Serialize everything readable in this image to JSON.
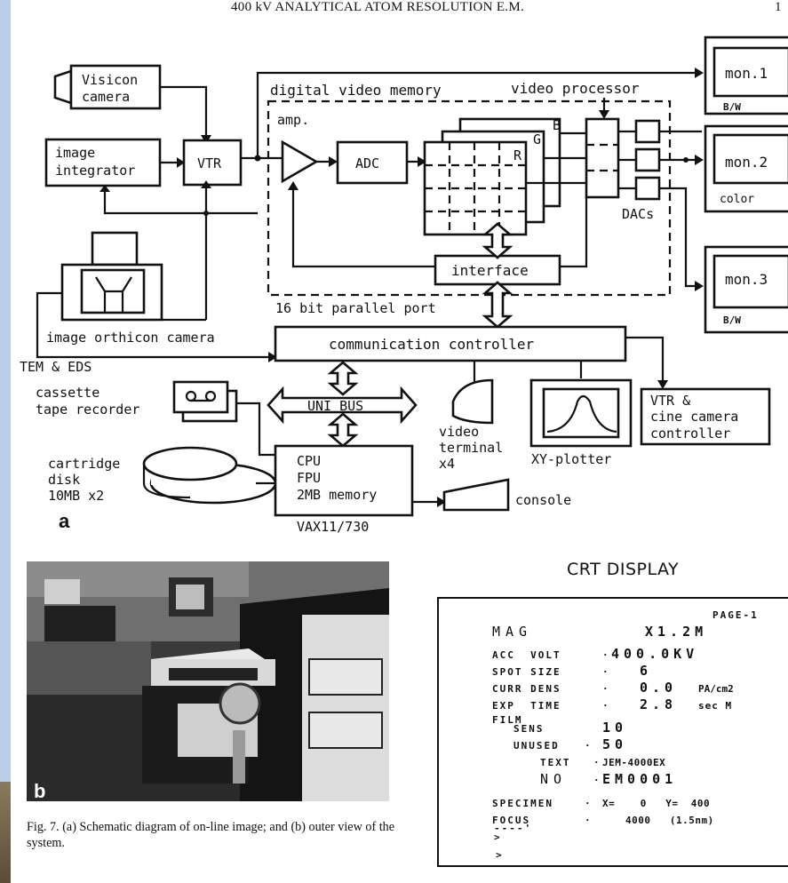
{
  "page": {
    "running_head": "400 kV ANALYTICAL ATOM RESOLUTION E.M.",
    "page_number": "1"
  },
  "figure": {
    "label_a": "a",
    "label_b": "b",
    "caption": "Fig. 7. (a) Schematic diagram of on-line image; and (b) outer view of the system."
  },
  "diagram": {
    "visicon_line1": "Visicon",
    "visicon_line2": "camera",
    "integrator_line1": "image",
    "integrator_line2": "integrator",
    "vtr": "VTR",
    "orthicon": "image orthicon camera",
    "tem_eds": "TEM & EDS",
    "dvm": "digital video memory",
    "video_processor": "video processor",
    "amp": "amp.",
    "adc": "ADC",
    "r": "R",
    "g": "G",
    "b": "B",
    "dacs": "DACs",
    "interface": "interface",
    "parallel_port": "16 bit parallel port",
    "mon1": "mon.1",
    "mon1_sub": "B/W",
    "mon2": "mon.2",
    "mon2_sub": "color",
    "mon3": "mon.3",
    "mon3_sub": "B/W",
    "comm_controller": "communication controller",
    "cassette_line1": "cassette",
    "cassette_line2": "tape recorder",
    "uni_bus": "UNI BUS",
    "video_terminal_line1": "video",
    "video_terminal_line2": "terminal",
    "video_terminal_line3": "x4",
    "xy_plotter": "XY-plotter",
    "vtr_cine_line1": "VTR &",
    "vtr_cine_line2": "cine camera",
    "vtr_cine_line3": "controller",
    "cartridge_line1": "cartridge",
    "cartridge_line2": "disk",
    "cartridge_line3": "10MB x2",
    "cpu_line1": "CPU",
    "cpu_line2": "FPU",
    "cpu_line3": "2MB memory",
    "vax": "VAX11/730",
    "console": "console"
  },
  "crt": {
    "title": "CRT DISPLAY",
    "page": "PAGE-1",
    "mag_label": "MAG",
    "mag_value": "X1.2M",
    "acc_label": "ACC  VOLT",
    "acc_value": "400.0KV",
    "spot_label": "SPOT SIZE",
    "spot_value": "6",
    "curr_label": "CURR DENS",
    "curr_value": "0.0",
    "curr_unit": "PA/cm2",
    "exp_label": "EXP  TIME",
    "exp_value": "2.8",
    "exp_unit": "sec M",
    "film_label": "FILM",
    "sens_label": "SENS",
    "sens_value": "10",
    "unused_label": "UNUSED",
    "unused_value": "50",
    "text_label": "TEXT",
    "text_value": "JEM-4000EX",
    "no_label": "NO",
    "no_value": "EM0001",
    "specimen_label": "SPECIMEN",
    "specimen_value": "X=    0   Y=  400",
    "focus_label": "FOCUS",
    "focus_value": "4000   (1.5nm)",
    "prompt1": ">",
    "prompt2": ">"
  }
}
